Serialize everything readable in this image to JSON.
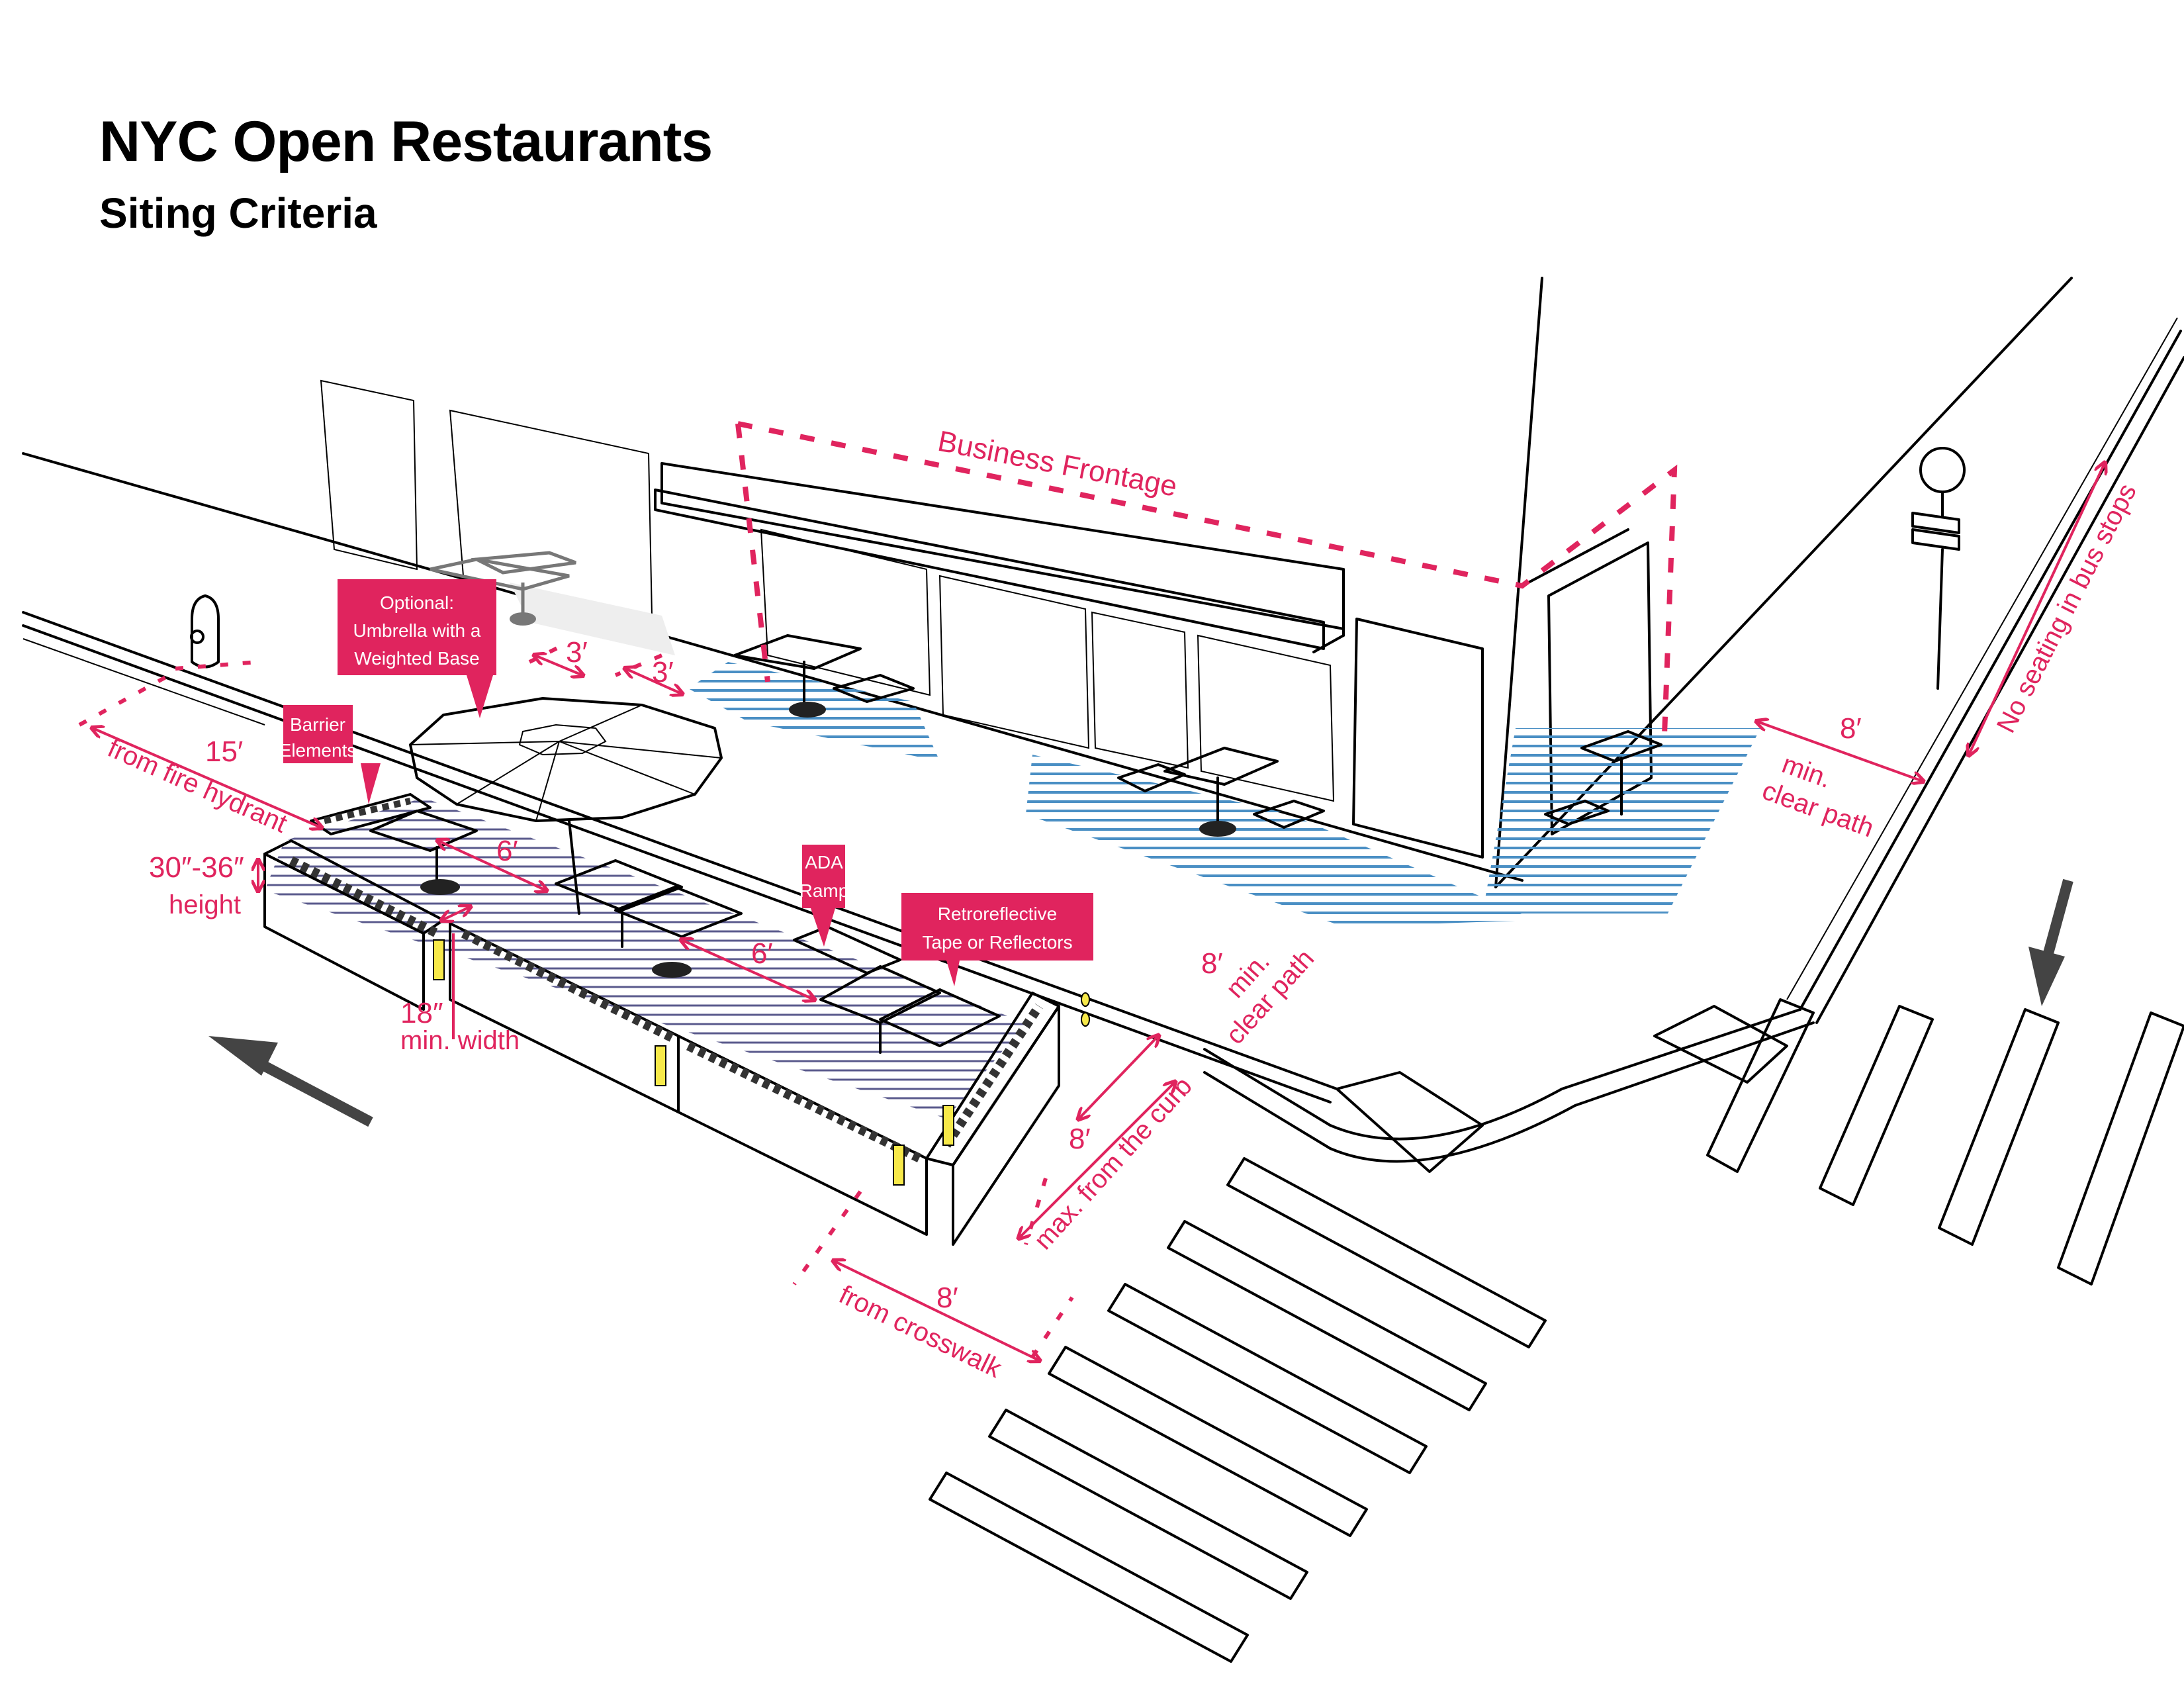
{
  "header": {
    "title": "NYC Open Restaurants",
    "subtitle": "Siting Criteria"
  },
  "colors": {
    "accent_pink": "#e0245e",
    "sidewalk_hatch_blue": "#4a8fc4",
    "roadway_hatch_purple": "#5a5a8c",
    "reflector_yellow": "#f7e94a",
    "traffic_arrow_grey": "#444444"
  },
  "callouts": {
    "umbrella": [
      "Optional:",
      "Umbrella with a",
      "Weighted Base"
    ],
    "barrier": [
      "Barrier",
      "Elements"
    ],
    "ada": [
      "ADA",
      "Ramp"
    ],
    "reflectors": [
      "Retroreflective",
      "Tape or Reflectors"
    ]
  },
  "labels": {
    "business_frontage": "Business Frontage",
    "sidewalk_gap_1": "3′",
    "sidewalk_gap_2": "3′",
    "hydrant_distance": "15′",
    "hydrant_caption": "from fire hydrant",
    "barrier_height_value": "30″-36″",
    "barrier_height_caption": "height",
    "barrier_width_value": "18″",
    "barrier_width_caption": "min. width",
    "table_spacing_1": "6′",
    "table_spacing_2": "6′",
    "clear_path_value": "8′",
    "clear_path_line1": "min.",
    "clear_path_line2": "clear path",
    "curb_value": "8′",
    "curb_caption": "max. from the curb",
    "crosswalk_value": "8′",
    "crosswalk_caption": "from crosswalk",
    "corner_clear_value": "8′",
    "corner_clear_line1": "min.",
    "corner_clear_line2": "clear path",
    "bus_stop": "No seating in bus stops"
  },
  "icons": {
    "fire_hydrant": "fire-hydrant-icon",
    "bus_stop_sign": "bus-stop-sign-icon",
    "traffic_arrow_left": "traffic-direction-arrow-icon",
    "traffic_arrow_down": "traffic-direction-arrow-icon",
    "umbrella": "umbrella-icon",
    "awning": "awning-icon"
  }
}
